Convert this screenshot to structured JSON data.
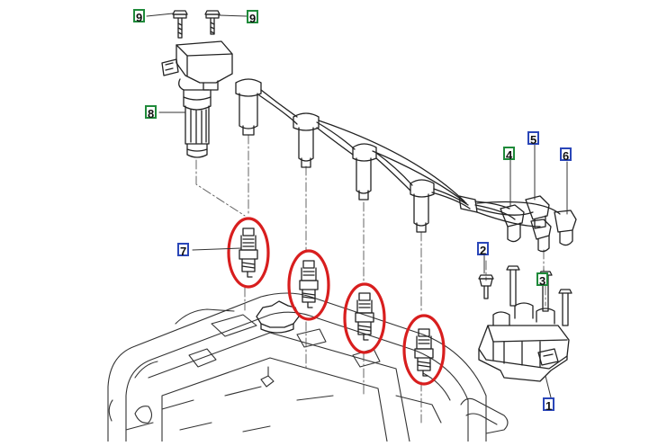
{
  "diagram": {
    "callouts": [
      {
        "id": "9a",
        "label": "9",
        "style": "green"
      },
      {
        "id": "9b",
        "label": "9",
        "style": "green"
      },
      {
        "id": "8",
        "label": "8",
        "style": "green"
      },
      {
        "id": "7",
        "label": "7",
        "style": "blue"
      },
      {
        "id": "4",
        "label": "4",
        "style": "green"
      },
      {
        "id": "5",
        "label": "5",
        "style": "blue"
      },
      {
        "id": "6",
        "label": "6",
        "style": "blue"
      },
      {
        "id": "2",
        "label": "2",
        "style": "blue"
      },
      {
        "id": "3",
        "label": "3",
        "style": "green"
      },
      {
        "id": "1",
        "label": "1",
        "style": "blue"
      }
    ],
    "colors": {
      "line": "#222222",
      "highlight": "#d81e1e",
      "callout_green": "#1f8a3a",
      "callout_blue": "#2a46b8"
    },
    "highlighted_parts": [
      "spark-plug-1",
      "spark-plug-2",
      "spark-plug-3",
      "spark-plug-4"
    ]
  }
}
